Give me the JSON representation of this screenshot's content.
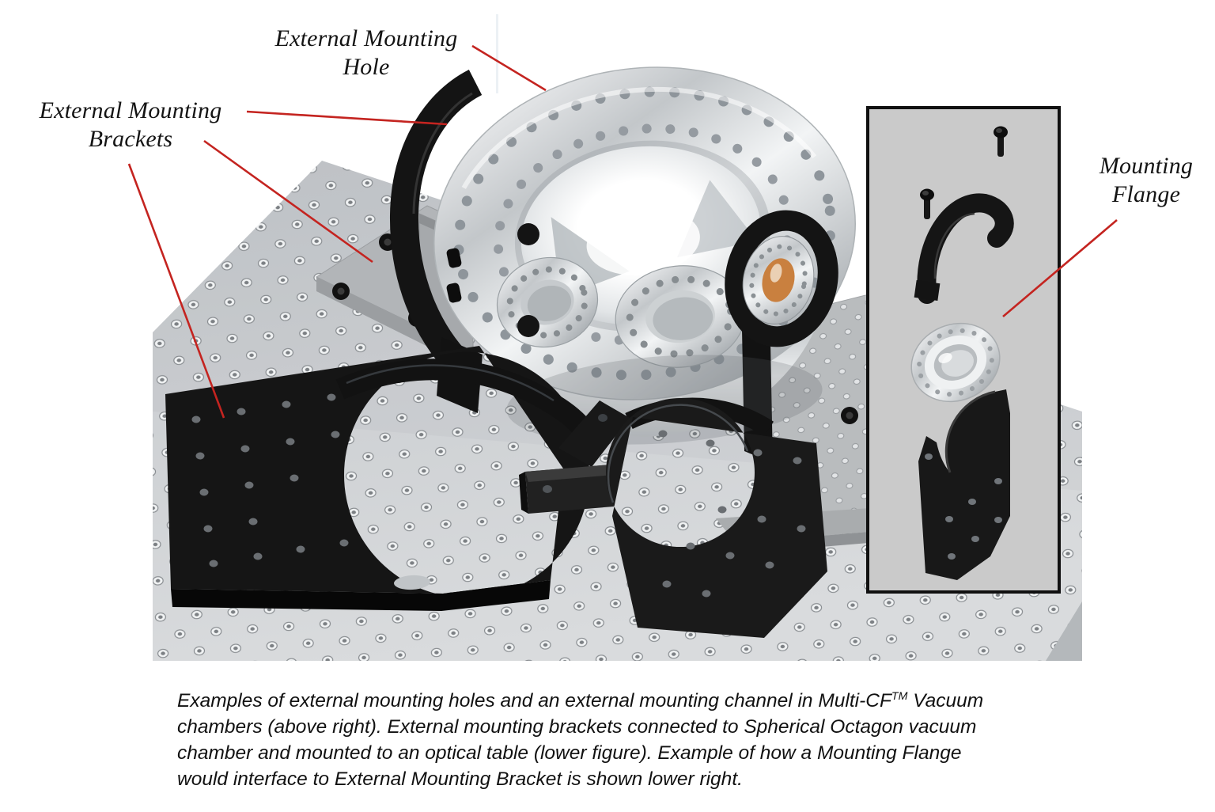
{
  "figure": {
    "labels": {
      "external_mounting_hole": "External Mounting Hole",
      "external_mounting_brackets": "External Mounting Brackets",
      "mounting_flange": "Mounting Flange"
    },
    "caption": {
      "line1_pre": "Examples of external mounting holes and an external mounting channel in Multi-CF",
      "line1_sup": "TM",
      "line1_post": " Vacuum",
      "line2": "chambers (above right). External mounting brackets connected to Spherical Octagon vacuum",
      "line3": "chamber and mounted to an optical table (lower figure).  Example of how a Mounting Flange",
      "line4": "would interface to External Mounting Bracket is shown lower right."
    },
    "colors": {
      "background": "#ffffff",
      "leader_line": "#c42420",
      "label_text": "#141414",
      "caption_text": "#111111",
      "inset_background": "#cacaca",
      "inset_border": "#101010",
      "table_gray": "#c6c9cc",
      "hardware_black": "#161616",
      "chrome_silver": "#d9dcde",
      "viewport_orange": "#c9803f"
    },
    "scene_parts": [
      "optical-table",
      "spherical-octagon-vacuum-chamber",
      "external-mounting-hole",
      "external-mounting-brackets",
      "mounting-channel-plates",
      "mounting-flange",
      "clamp-arc",
      "socket-head-screws",
      "bracket-plate"
    ]
  }
}
